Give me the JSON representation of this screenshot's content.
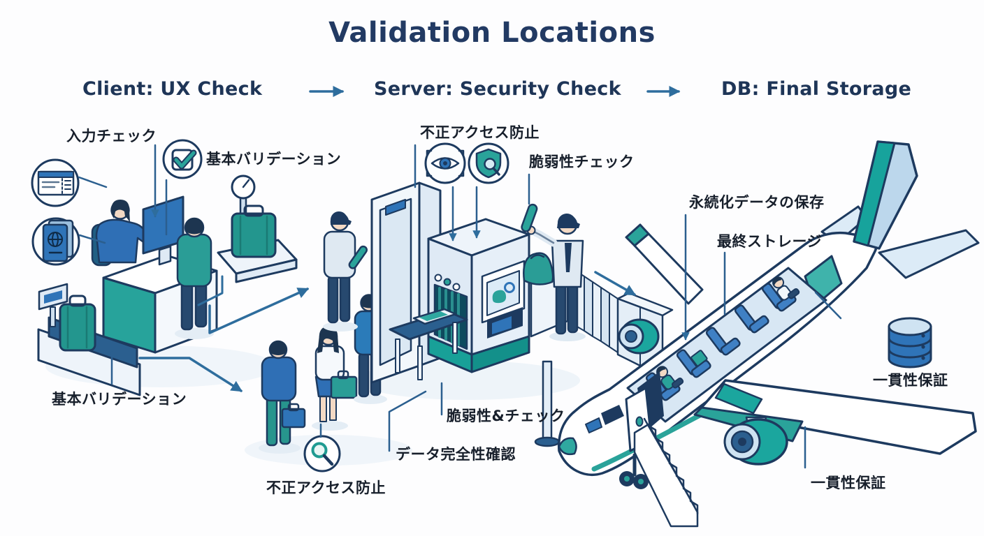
{
  "title": "Validation Locations",
  "flow": {
    "stages": [
      {
        "id": "client",
        "label": "Client: UX Check"
      },
      {
        "id": "server",
        "label": "Server: Security Check"
      },
      {
        "id": "db",
        "label": "DB: Final Storage"
      }
    ]
  },
  "annotations": {
    "client": {
      "input_check": "入力チェック",
      "basic_validation": "基本バリデーション",
      "basic_validation_2": "基本バリデーション"
    },
    "server": {
      "access_prevention": "不正アクセス防止",
      "vulnerability_check": "脆弱性チェック",
      "access_prevention_2": "不正アクセス防止",
      "vulnerability_amp_check": "脆弱性&チェック",
      "data_integrity": "データ完全性確認"
    },
    "db": {
      "persisted_data": "永続化データの保存",
      "final_storage": "最終ストレージ",
      "consistency": "一貫性保証",
      "consistency_2": "一貫性保証"
    }
  },
  "icons": {
    "client": [
      "ticket-icon",
      "passport-icon",
      "checkmark-icon"
    ],
    "server": [
      "eye-scan-icon",
      "shield-search-icon",
      "magnifier-icon"
    ],
    "db": [
      "database-icon"
    ],
    "flow": [
      "right-arrow-icon",
      "right-arrow-icon"
    ]
  },
  "colors": {
    "title_text": "#223a63",
    "label_text": "#171f2b",
    "arrow": "#2e6d9d",
    "navy_outline": "#1d3a5f",
    "teal": "#2aa39a",
    "blue": "#2f74b8",
    "light_blue": "#d9e7f4",
    "background": "#fdfdfe"
  }
}
